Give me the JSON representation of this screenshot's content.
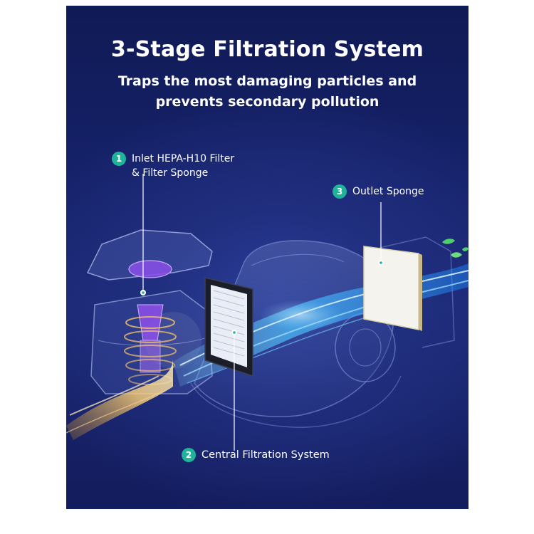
{
  "title": "3-Stage Filtration System",
  "subtitle": "Traps the most damaging particles and\nprevents  secondary pollution",
  "callouts": [
    {
      "number": "1",
      "label": "Inlet HEPA-H10 Filter\n& Filter Sponge"
    },
    {
      "number": "2",
      "label": "Central Filtration System"
    },
    {
      "number": "3",
      "label": "Outlet Sponge"
    }
  ],
  "colors": {
    "background": "#16226a",
    "badge": "#1fb39a",
    "airflow": "#46c8ff",
    "inlet_flow": "#e2b25c",
    "filter_core": "#8a4fe6"
  }
}
